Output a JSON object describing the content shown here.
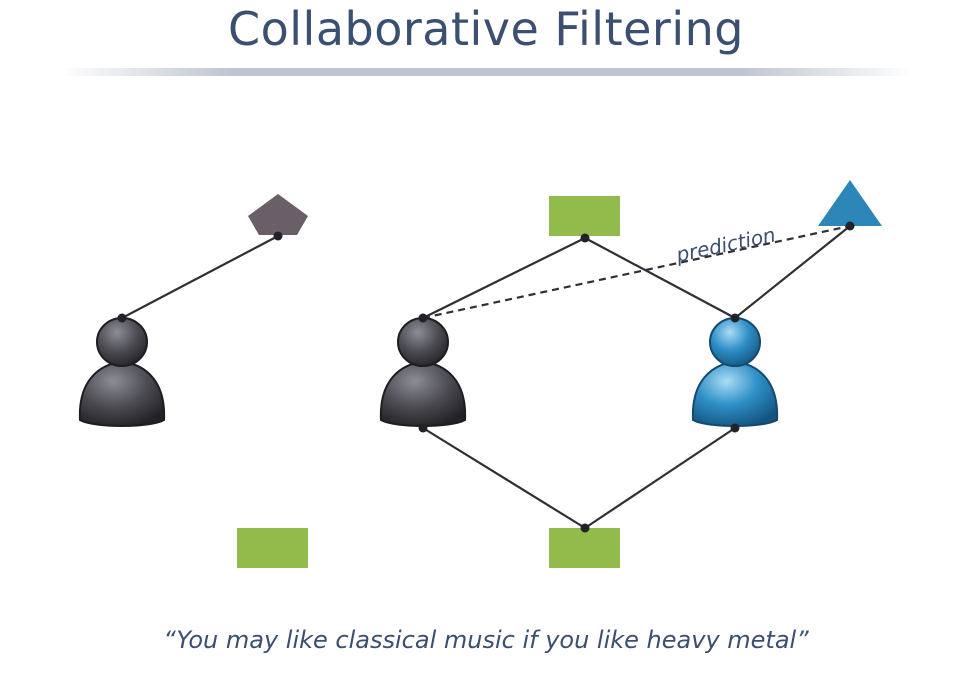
{
  "title": "Collaborative Filtering",
  "caption": "“You may like classical music if you like heavy metal”",
  "edge_label": "prediction",
  "colors": {
    "title": "#3b4f71",
    "item_green": "#93bb4c",
    "pentagon": "#6a5f66",
    "triangle": "#2c87b8",
    "user_dark": "#4a4a50",
    "user_blue": "#2e8fc7",
    "line": "#2f2f37"
  }
}
